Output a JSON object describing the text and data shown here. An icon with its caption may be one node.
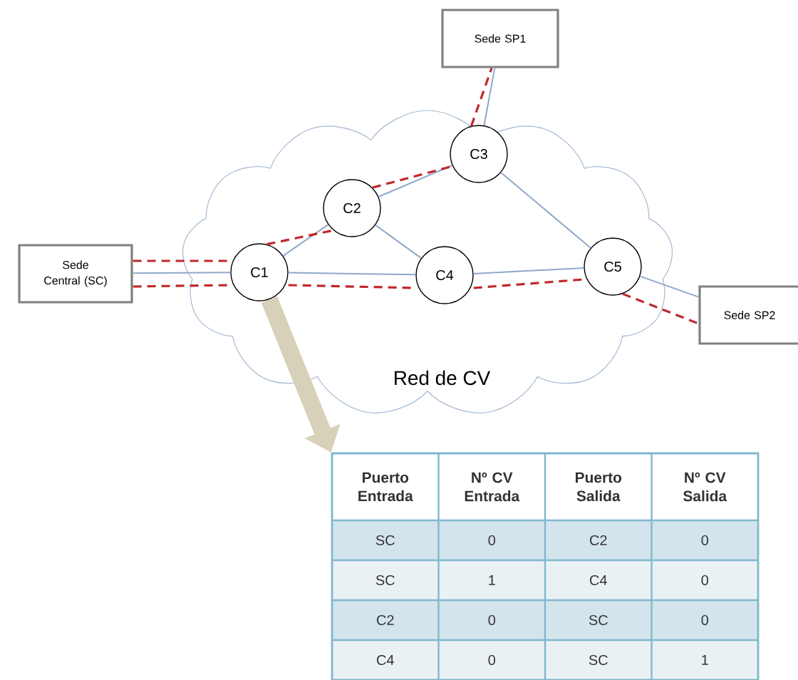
{
  "diagram": {
    "nodes": [
      {
        "text": [
          "Red de CV"
        ]
      },
      {
        "text": [
          "Sede Central (SC)"
        ]
      },
      {
        "text": [
          "Sede SP1"
        ]
      },
      {
        "text": [
          "Sede SP2"
        ]
      },
      {
        "text": [
          "C1"
        ],
        "in": 0
      },
      {
        "text": [
          "C2"
        ],
        "in": 0
      },
      {
        "text": [
          "C3"
        ],
        "in": 0
      },
      {
        "text": [
          "C4"
        ],
        "in": 0
      },
      {
        "text": [
          "C5"
        ],
        "in": 0
      },
      {
        "text": [],
        "shape": "box"
      }
    ],
    "edges": [
      {
        "from": 1,
        "to": 4,
        "arrow": "none"
      },
      {
        "from": 4,
        "to": 5,
        "arrow": "none"
      },
      {
        "from": 4,
        "to": 7,
        "arrow": "none"
      },
      {
        "from": 5,
        "to": 7,
        "arrow": "none"
      },
      {
        "from": 5,
        "to": 6,
        "arrow": "none"
      },
      {
        "from": 6,
        "to": 2,
        "arrow": "none"
      },
      {
        "from": 6,
        "to": 8,
        "arrow": "none"
      },
      {
        "from": 7,
        "to": 8,
        "arrow": "none"
      },
      {
        "from": 8,
        "to": 3,
        "arrow": "none"
      },
      {
        "from": 1,
        "to": 4,
        "arrow": "none",
        "style": "dashed",
        "color": "#c0282d"
      },
      {
        "from": 4,
        "to": 5,
        "arrow": "none",
        "style": "dashed",
        "color": "#c0282d"
      },
      {
        "from": 5,
        "to": 6,
        "arrow": "none",
        "style": "dashed",
        "color": "#c0282d"
      },
      {
        "from": 6,
        "to": 2,
        "arrow": "none",
        "style": "dashed",
        "color": "#c0282d"
      },
      {
        "from": 1,
        "to": 4,
        "arrow": "none",
        "style": "dashed",
        "color": "#c0282d"
      },
      {
        "from": 4,
        "to": 7,
        "arrow": "none",
        "style": "dashed",
        "color": "#c0282d"
      },
      {
        "from": 7,
        "to": 8,
        "arrow": "none",
        "style": "dashed",
        "color": "#c0282d"
      },
      {
        "from": 8,
        "to": 3,
        "arrow": "none",
        "style": "dashed",
        "color": "#c0282d"
      },
      {
        "from": 4,
        "to": 9,
        "arrow": "to",
        "style": "thick",
        "color": "#d6d1b8"
      }
    ],
    "labels": [
      "Puerto Entrada",
      "Nº CV Entrada",
      "Puerto Salida",
      "Nº CV Salida",
      "SC",
      "0",
      "C2",
      "0",
      "SC",
      "1",
      "C4",
      "0",
      "C2",
      "0",
      "SC",
      "0",
      "C4",
      "0",
      "SC",
      "1"
    ]
  }
}
